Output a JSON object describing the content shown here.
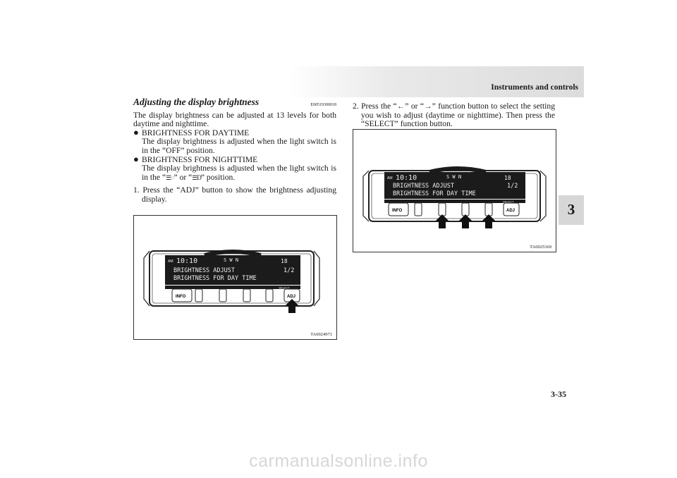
{
  "header": {
    "title": "Instruments and controls",
    "chapter": "3",
    "page_number": "3-35"
  },
  "left": {
    "heading": "Adjusting the display brightness",
    "heading_code": "E00519300018",
    "intro": "The display brightness can be adjusted at 13 levels for both daytime and nighttime.",
    "bullets": [
      {
        "title": "BRIGHTNESS FOR DAYTIME",
        "text": "The display brightness is adjusted when the light switch is in the “OFF” position."
      },
      {
        "title": "BRIGHTNESS FOR NIGHTTIME",
        "text_before": "The display brightness is adjusted when the light switch is in the “",
        "text_mid": "” or “",
        "text_after": "” position."
      }
    ],
    "step1": "1. Press the “ADJ” button to show the brightness adjusting display."
  },
  "right": {
    "step2": "2. Press the “←” or “→” function button to select the setting you wish to adjust (daytime or nighttime). Then press the “SELECT” function button."
  },
  "figures": [
    {
      "code": "TA0024971",
      "clock": "10:10",
      "am": "AM",
      "temp": "18",
      "compass": "S W N",
      "line1": "BRIGHTNESS ADJUST",
      "page": "1/2",
      "line2": "BRIGHTNESS FOR DAY TIME",
      "select": "SELECT",
      "info": "INFO",
      "adj": "ADJ"
    },
    {
      "code": "TA0025369",
      "clock": "10:10",
      "am": "AM",
      "temp": "18",
      "compass": "S W N",
      "line1": "BRIGHTNESS ADJUST",
      "page": "1/2",
      "line2": "BRIGHTNESS FOR DAY TIME",
      "select": "SELECT",
      "info": "INFO",
      "adj": "ADJ"
    }
  ],
  "icons": {
    "bullet": "filled-circle-bullet",
    "arrow": "up-arrow-icon",
    "light_position": "position-lamp-icon",
    "headlamp": "headlamp-icon"
  },
  "watermark": "carmanualsonline.info"
}
